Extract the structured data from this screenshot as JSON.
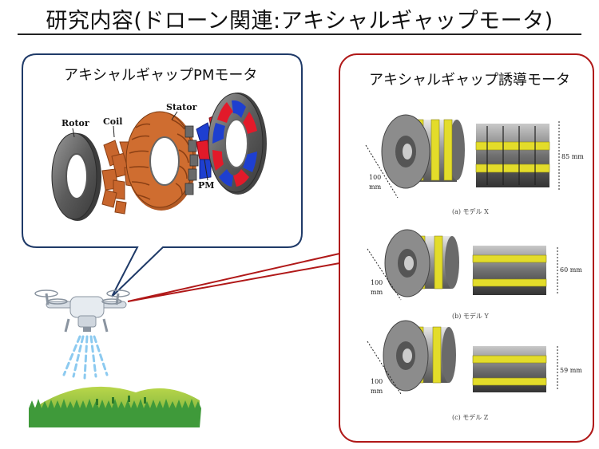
{
  "title": "研究内容(ドローン関連:アキシャルギャップモータ)",
  "pm_motor": {
    "heading": "アキシャルギャップPMモータ",
    "labels": {
      "rotor": "Rotor",
      "coil": "Coil",
      "stator": "Stator",
      "pm": "PM"
    }
  },
  "induction_motor": {
    "heading": "アキシャルギャップ誘導モータ",
    "models": [
      {
        "caption": "(a)  モデル X",
        "diameter": "100",
        "diameter_unit": "mm",
        "length": "85 mm"
      },
      {
        "caption": "(b)  モデル Y",
        "diameter": "100",
        "diameter_unit": "mm",
        "length": "60 mm"
      },
      {
        "caption": "(c)  モデル Z",
        "diameter": "100",
        "diameter_unit": "mm",
        "length": "59 mm"
      }
    ]
  },
  "colors": {
    "callout_left": "#1f3a68",
    "callout_right": "#b01818",
    "coil": "#c8662d",
    "pm_red": "#e21a2a",
    "pm_blue": "#1e3fd0",
    "ring_yellow": "#e3dc2a"
  }
}
